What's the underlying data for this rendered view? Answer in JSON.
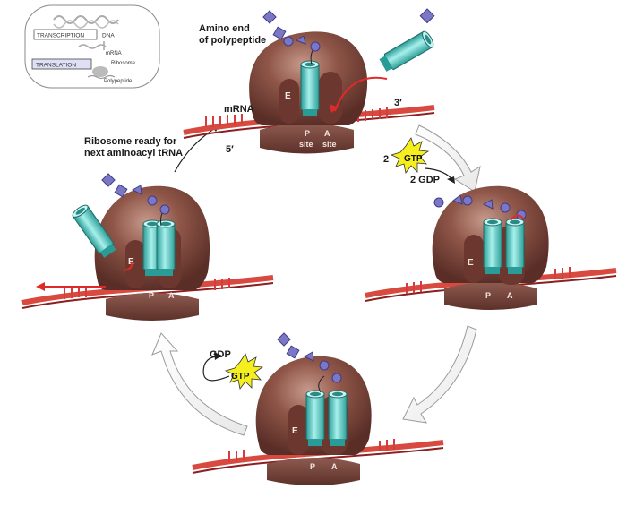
{
  "inset": {
    "transcription": "TRANSCRIPTION",
    "translation": "TRANSLATION",
    "dna": "DNA",
    "mrna": "mRNA",
    "ribosome": "Ribosome",
    "polypeptide": "Polypeptide"
  },
  "labels": {
    "amino_end_line1": "Amino end",
    "amino_end_line2": "of polypeptide",
    "three_prime": "3′",
    "five_prime": "5′",
    "mrna": "mRNA",
    "ready_line1": "Ribosome ready for",
    "ready_line2": "next aminoacyl tRNA",
    "gtp_count": "2",
    "gtp": "GTP",
    "gdp_2": "2 GDP",
    "gdp": "GDP",
    "site": "site"
  },
  "sites": {
    "e": "E",
    "p": "P",
    "a": "A"
  },
  "colors": {
    "ribosome_large": "#8a5246",
    "ribosome_small": "#6e3e36",
    "trna": "#4fc9c3",
    "mrna": "#c8202b",
    "peptide": "#7b77c4",
    "gtp_star": "#f6ef1f",
    "cycle_arrow": "#ffffff"
  },
  "icons": [
    "ribosome-icon",
    "trna-icon",
    "polypeptide-icon",
    "gtp-burst-icon",
    "cycle-arrow-icon"
  ]
}
